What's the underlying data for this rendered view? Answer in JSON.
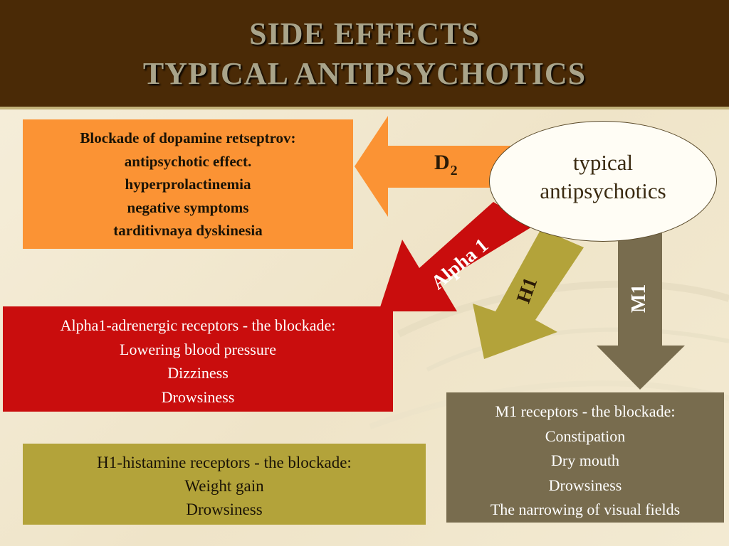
{
  "slide": {
    "title_line1": "SIDE EFFECTS",
    "title_line2": "TYPICAL ANTIPSYCHOTICS"
  },
  "center": {
    "line1": "typical",
    "line2": "antipsychotics"
  },
  "arrows": {
    "d2_label": "D",
    "d2_sub": "2",
    "alpha_label": "Alpha 1",
    "h1_label": "H1",
    "m1_label": "M1"
  },
  "boxes": {
    "dopamine": [
      "Blockade of dopamine retseptrov:",
      "antipsychotic effect.",
      "hyperprolactinemia",
      "negative symptoms",
      "tarditivnaya dyskinesia"
    ],
    "alpha": [
      "Alpha1-adrenergic receptors - the blockade:",
      "Lowering blood pressure",
      "Dizziness",
      "Drowsiness"
    ],
    "h1": [
      "H1-histamine receptors - the blockade:",
      "Weight gain",
      "Drowsiness"
    ],
    "m1": [
      "M1 receptors - the blockade:",
      "Constipation",
      "Dry mouth",
      "Drowsiness",
      "The narrowing of  visual fields"
    ]
  },
  "colors": {
    "header_bg": "#4a2a06",
    "orange": "#fb9334",
    "red": "#c90d0d",
    "olive": "#b3a33a",
    "m1_brown": "#786c4e"
  }
}
